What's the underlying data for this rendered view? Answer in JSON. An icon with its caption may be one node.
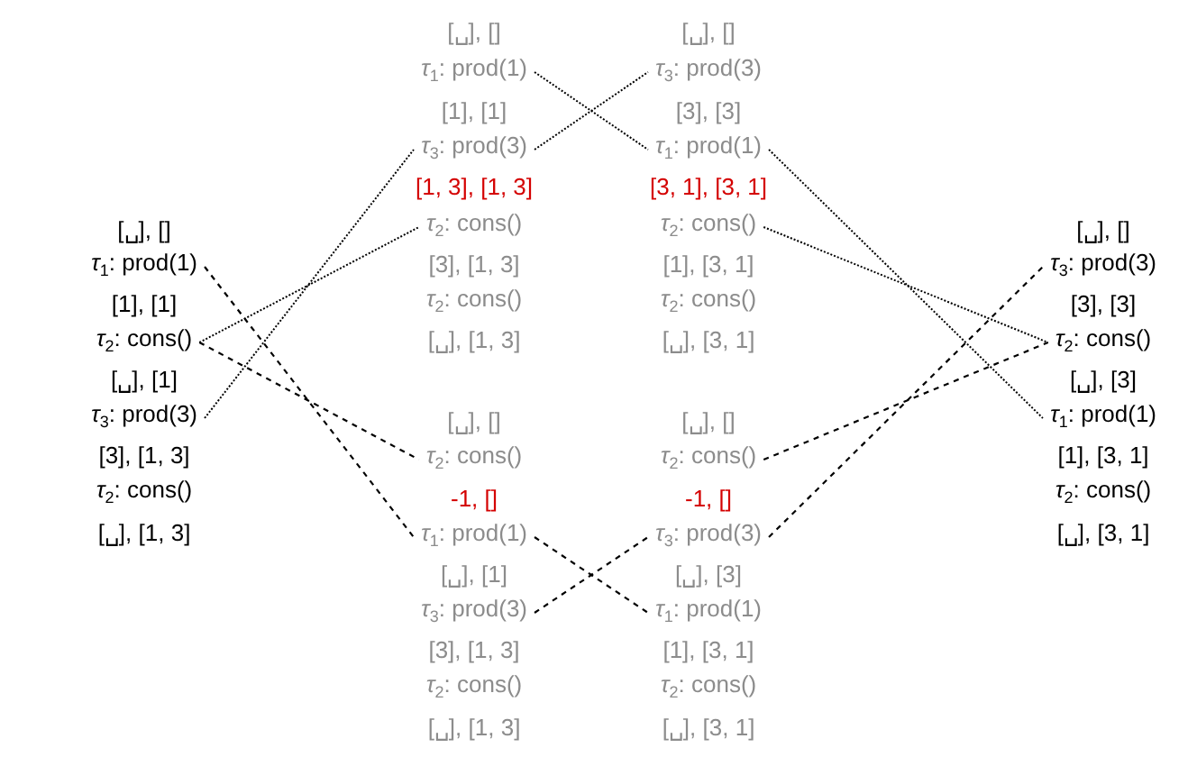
{
  "diagram": {
    "nodes": [
      {
        "text": [
          "*τ*$_{1}$: prod(1)"
        ]
      },
      {
        "text": [
          "*τ*$_{3}$: prod(3)"
        ]
      },
      {
        "text": [
          "*τ*$_{3}$: prod(3)"
        ]
      },
      {
        "text": [
          "*τ*$_{1}$: prod(1)"
        ]
      },
      {
        "text": [
          "*τ*$_{2}$: cons()"
        ]
      },
      {
        "text": [
          "*τ*$_{2}$: cons()"
        ]
      },
      {
        "text": [
          "*τ*$_{1}$: prod(1)"
        ]
      },
      {
        "text": [
          "*τ*$_{3}$: prod(3)"
        ]
      },
      {
        "text": [
          "*τ*$_{2}$: cons()"
        ]
      },
      {
        "text": [
          "*τ*$_{2}$: cons()"
        ]
      },
      {
        "text": [
          "*τ*$_{3}$: prod(3)"
        ]
      },
      {
        "text": [
          "*τ*$_{1}$: prod(1)"
        ]
      },
      {
        "text": [
          "*τ*$_{2}$: cons()"
        ]
      },
      {
        "text": [
          "*τ*$_{2}$: cons()"
        ]
      },
      {
        "text": [
          "*τ*$_{1}$: prod(1)"
        ]
      },
      {
        "text": [
          "*τ*$_{3}$: prod(3)"
        ]
      },
      {
        "text": [
          "*τ*$_{3}$: prod(3)"
        ]
      },
      {
        "text": [
          "*τ*$_{1}$: prod(1)"
        ]
      }
    ],
    "edges": [
      {
        "from": 10,
        "to": 2,
        "arrow": "none"
      },
      {
        "from": 8,
        "to": 4,
        "arrow": "none"
      },
      {
        "from": 0,
        "to": 3,
        "arrow": "none"
      },
      {
        "from": 2,
        "to": 1,
        "arrow": "none"
      },
      {
        "from": 3,
        "to": 11,
        "arrow": "none"
      },
      {
        "from": 5,
        "to": 9,
        "arrow": "none"
      },
      {
        "from": 6,
        "to": 14,
        "arrow": "none",
        "style": "dashed"
      },
      {
        "from": 8,
        "to": 12,
        "arrow": "none",
        "style": "dashed"
      },
      {
        "from": 14,
        "to": 17,
        "arrow": "none",
        "style": "dashed"
      },
      {
        "from": 16,
        "to": 15,
        "arrow": "none",
        "style": "dashed"
      },
      {
        "from": 13,
        "to": 9,
        "arrow": "none",
        "style": "dashed"
      },
      {
        "from": 15,
        "to": 7,
        "arrow": "none",
        "style": "dashed"
      }
    ],
    "labels": [
      "[␣], []",
      "[␣], []",
      "[1], [1]",
      "[3], [3]",
      "[1, 3], [1, 3]",
      "[3, 1], [3, 1]",
      "[␣], []",
      "[␣], []",
      "[3], [1, 3]",
      "[1], [3, 1]",
      "[1], [1]",
      "*τ*$_{2}$: cons()",
      "*τ*$_{2}$: cons()",
      "[3], [3]",
      "[␣], [1, 3]",
      "[␣], [3, 1]",
      "[␣], [1]",
      "[␣], [3]",
      "[␣], []",
      "[␣], []",
      "[3], [1, 3]",
      "[1], [3, 1]",
      "*τ*$_{2}$: cons()",
      "*τ*$_{2}$: cons()",
      "-1, []",
      "-1, []",
      "[␣], [1, 3]",
      "[␣], [3, 1]",
      "[␣], [1]",
      "[␣], [3]",
      "[3], [1, 3]",
      "[1], [3, 1]",
      "*τ*$_{2}$: cons()",
      "*τ*$_{2}$: cons()",
      "[␣], [1, 3]",
      "[␣], [3, 1]"
    ]
  }
}
